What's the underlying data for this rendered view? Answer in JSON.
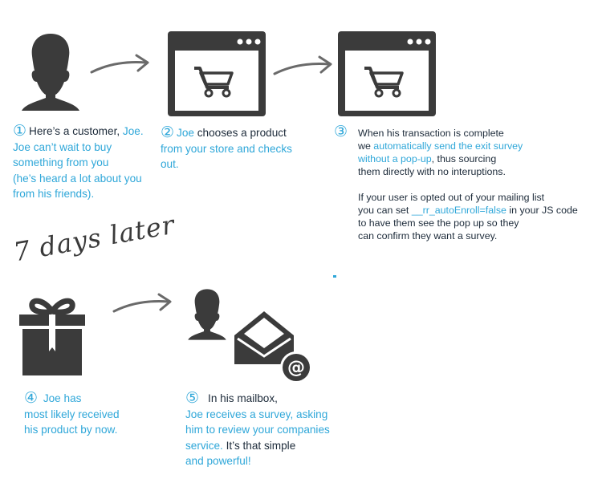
{
  "colors": {
    "accent": "#2fa7d9",
    "icon": "#3b3b3b",
    "text": "#1d2b3a"
  },
  "steps": [
    {
      "number": "①",
      "lines": [
        [
          "Here’s a customer, ",
          "Joe."
        ],
        [
          "Joe can’t wait to buy"
        ],
        [
          "something from you"
        ],
        [
          "(he’s heard a lot about you"
        ],
        [
          "from his friends)."
        ]
      ]
    },
    {
      "number": "②",
      "lines": [
        [
          "Joe",
          " chooses a product"
        ],
        [
          "from your store and checks"
        ],
        [
          "out."
        ]
      ]
    },
    {
      "number": "③",
      "lines": [
        [
          "When his transaction is complete"
        ],
        [
          "we ",
          "automatically send the exit survey"
        ],
        [
          "without a pop-up",
          ", thus sourcing"
        ],
        [
          "them directly with no interuptions."
        ],
        [
          ""
        ],
        [
          "If your user is opted out of your mailing list"
        ],
        [
          "you can set ",
          "__rr_autoEnroll=false",
          " in your JS code"
        ],
        [
          "to have them see the pop up so they"
        ],
        [
          "can confirm they want a survey."
        ]
      ]
    },
    {
      "number": "④",
      "lines": [
        [
          "Joe has"
        ],
        [
          "most likely received"
        ],
        [
          "his product by now."
        ]
      ]
    },
    {
      "number": "⑤",
      "lines": [
        [
          "In his mailbox,"
        ],
        [
          "Joe receives a survey, asking"
        ],
        [
          "him to review your companies"
        ],
        [
          "service.  ",
          "It’s that simple"
        ],
        [
          "and powerful!"
        ]
      ]
    }
  ],
  "later_label": "7 days later",
  "icons": [
    "customer-icon",
    "browser-cart-icon",
    "browser-cart-icon",
    "gift-icon",
    "customer-icon",
    "envelope-icon",
    "at-sign-icon",
    "arrow-icon"
  ]
}
